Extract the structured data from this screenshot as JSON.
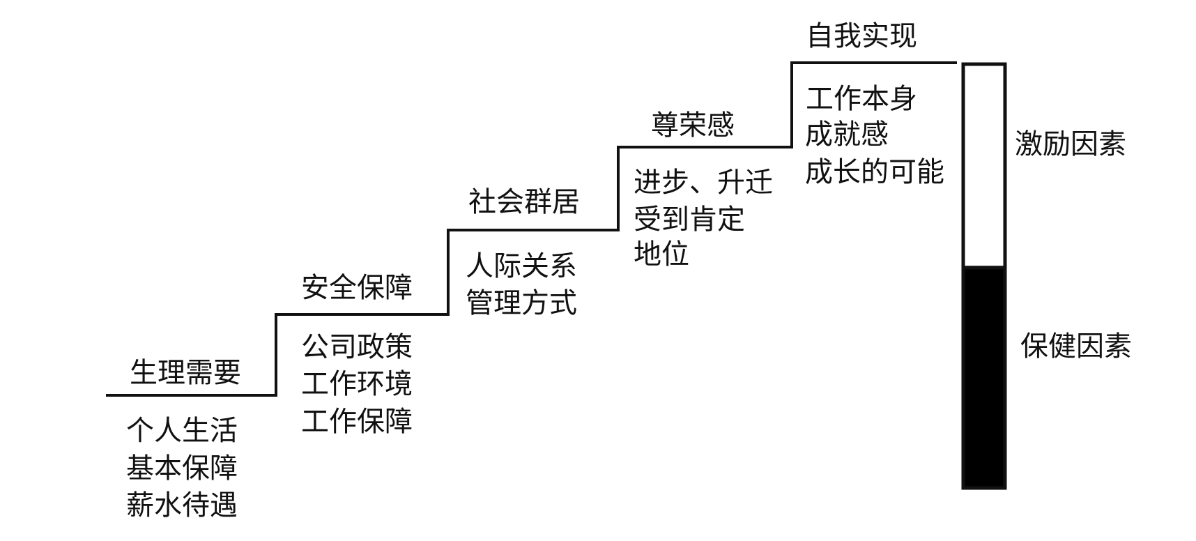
{
  "diagram": {
    "type": "staircase",
    "steps": [
      {
        "title": "生理需要",
        "items": [
          "个人生活",
          "基本保障",
          "薪水待遇"
        ]
      },
      {
        "title": "安全保障",
        "items": [
          "公司政策",
          "工作环境",
          "工作保障"
        ]
      },
      {
        "title": "社会群居",
        "items": [
          "人际关系",
          "管理方式"
        ]
      },
      {
        "title": "尊荣感",
        "items": [
          "进步、升迁",
          "受到肯定",
          "地位"
        ]
      },
      {
        "title": "自我实现",
        "items": [
          "工作本身",
          "成就感",
          "成长的可能"
        ]
      }
    ],
    "factor_bar": {
      "top_label": "激励因素",
      "bottom_label": "保健因素",
      "hygiene_fraction": 0.52,
      "top_color": "#ffffff",
      "bottom_color": "#000000"
    }
  }
}
